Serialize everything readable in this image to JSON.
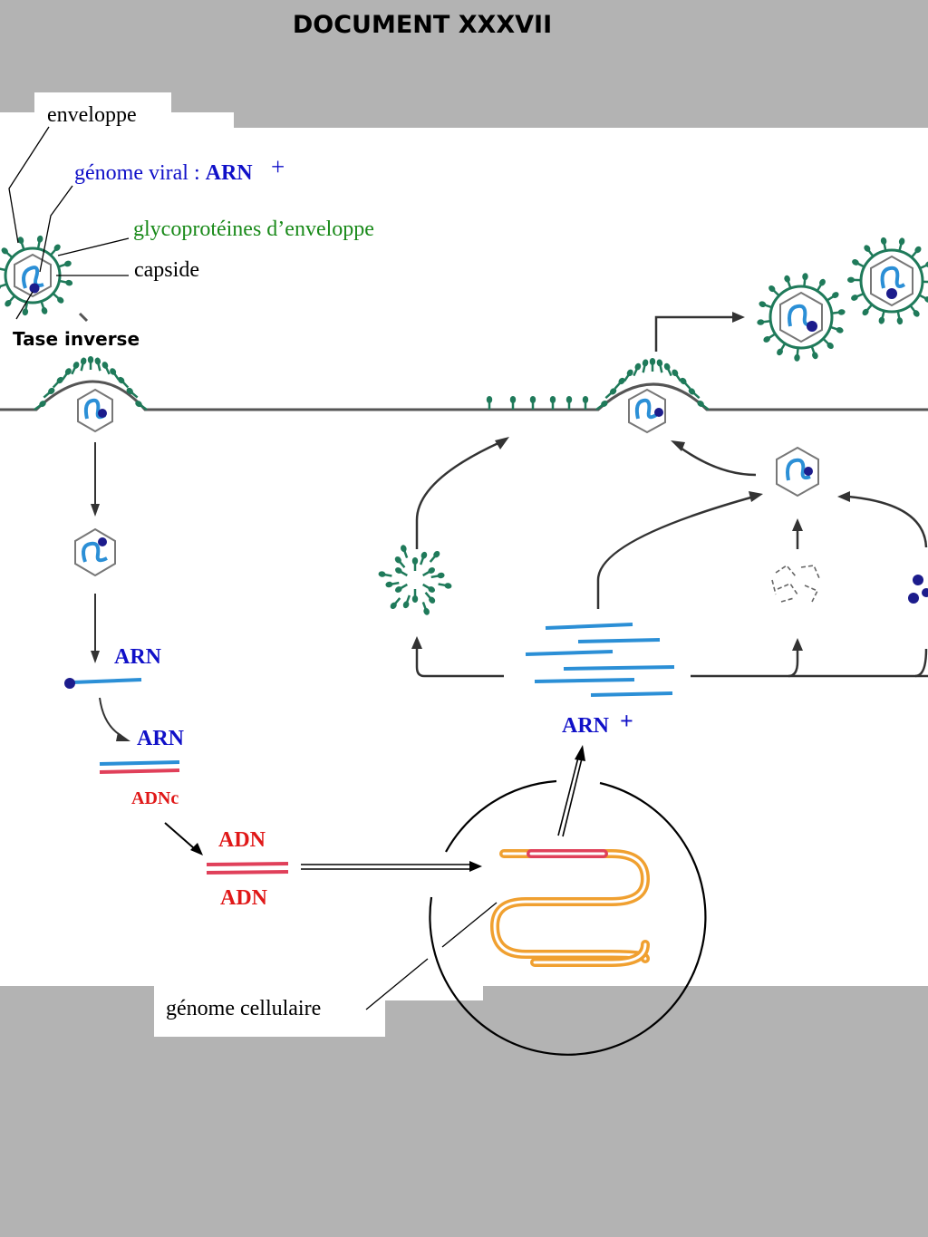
{
  "title": "DOCUMENT XXXVII",
  "labels": {
    "enveloppe": "enveloppe",
    "genome_viral_prefix": "génome viral : ",
    "genome_viral_arn": "ARN",
    "plus": "+",
    "glycoproteines": "glycoprotéines d’enveloppe",
    "capside": "capside",
    "tase_inverse": "Tase inverse",
    "arn_1": "ARN",
    "arn_2": "ARN",
    "adnc": "ADNc",
    "adn_top": "ADN",
    "adn_bottom": "ADN",
    "arn_plus": "ARN",
    "genome_cellulaire": "génome cellulaire"
  },
  "colors": {
    "background_gray": "#b3b3b3",
    "panel_white": "#ffffff",
    "rna_blue": "#2b8fd6",
    "dna_red": "#e0405a",
    "cell_dna_orange": "#f0a030",
    "glycoprotein_green": "#1f7a5a",
    "label_blue": "#1010c8",
    "label_green": "#1a8a1a",
    "label_red": "#e01818",
    "enzyme_navy": "#1c1c8c"
  }
}
